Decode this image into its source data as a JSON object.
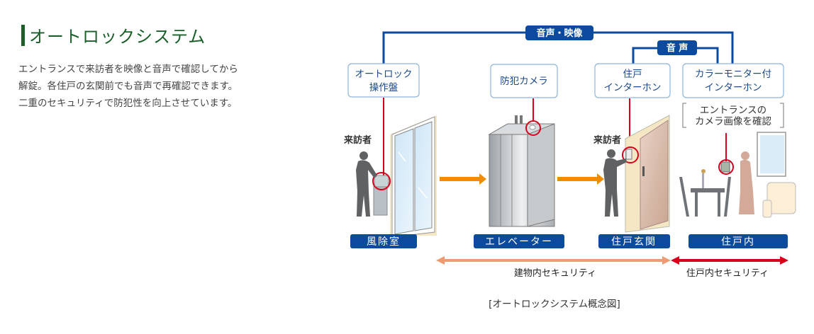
{
  "heading": {
    "title": "オートロックシステム",
    "accent_color": "#1a5e2a"
  },
  "description": [
    "エントランスで来訪者を映像と音声で確認してから",
    "解錠。各住戸の玄関前でも音声で再確認できます。",
    "二重のセキュリティで防犯性を向上させています。"
  ],
  "diagram": {
    "connections": {
      "audio_video_label": "音声・映像",
      "audio_label": "音 声",
      "line_color": "#0b4a9c"
    },
    "devices": [
      {
        "id": "autolock-panel",
        "lines": [
          "オートロック",
          "操作盤"
        ]
      },
      {
        "id": "security-camera",
        "lines": [
          "防犯カメラ"
        ]
      },
      {
        "id": "unit-intercom",
        "lines": [
          "住戸",
          "インターホン"
        ]
      },
      {
        "id": "color-monitor-intercom",
        "lines": [
          "カラーモニター付",
          "インターホン"
        ]
      }
    ],
    "note": [
      "エントランスの",
      "カメラ画像を確認"
    ],
    "visitor_labels": [
      "来訪者",
      "来訪者"
    ],
    "locations": [
      "風除室",
      "エレベーター",
      "住戸玄関",
      "住戸内"
    ],
    "security_zones": [
      {
        "label": "建物内セキュリティ",
        "color": "#ef9a72"
      },
      {
        "label": "住戸内セキュリティ",
        "color": "#d7001c"
      }
    ],
    "caption": "[オートロックシステム概念図]"
  }
}
